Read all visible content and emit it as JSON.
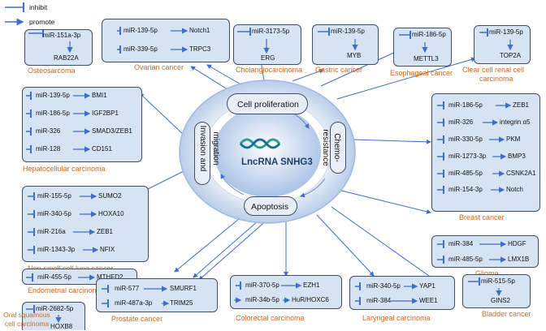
{
  "legend": {
    "inhibit": "inhibit",
    "promote": "promote"
  },
  "center": {
    "title": "LncRNA SNHG3",
    "proliferation": "Cell proliferation",
    "apoptosis": "Apoptosis",
    "invasion_line1": "Invasion and",
    "invasion_line2": "migration",
    "chemo_line1": "Chemo-",
    "chemo_line2": "resistance"
  },
  "osteo": {
    "mir": "miR-151a-3p",
    "target": "RAB22A",
    "label": "Osteosarcoma"
  },
  "ovarian": {
    "mir1": "miR-139-5p",
    "t1": "Notch1",
    "mir2": "miR-339-5p",
    "t2": "TRPC3",
    "label": "Ovarian cancer"
  },
  "cholangio": {
    "mir": "miR-3173-5p",
    "target": "ERG",
    "label": "Cholangiocarcinoma"
  },
  "gastric": {
    "mir": "miR-139-5p",
    "target": "MYB",
    "label": "Gastric cancer"
  },
  "esoph": {
    "mir": "miR-186-5p",
    "target": "METTL3",
    "label": "Esophageal cancer"
  },
  "ccrcc": {
    "mir": "miR-139-5p",
    "target": "TOP2A",
    "label_line1": "Clear cell renal cell",
    "label_line2": "carcinoma"
  },
  "hcc": {
    "rows": [
      {
        "mir": "miR-139-5p",
        "target": "BMI1"
      },
      {
        "mir": "miR-186-5p",
        "target": "IGF2BP1"
      },
      {
        "mir": "miR-326",
        "target": "SMAD3/ZEB1"
      },
      {
        "mir": "miR-128",
        "target": "CD151"
      }
    ],
    "label": "Hepatocellular carcinoma"
  },
  "breast": {
    "rows": [
      {
        "mir": "miR-186-5p",
        "target": "ZEB1"
      },
      {
        "mir": "miR-326",
        "target": "integrin α5"
      },
      {
        "mir": "miR-330-5p",
        "target": "PKM"
      },
      {
        "mir": "miR-1273-3p",
        "target": "BMP3"
      },
      {
        "mir": "miR-485-5p",
        "target": "CSNK2A1"
      },
      {
        "mir": "miR-154-3p",
        "target": "Notch"
      }
    ],
    "label": "Breast cancer"
  },
  "nsclc": {
    "rows": [
      {
        "mir": "miR-155-5p",
        "target": "SUMO2"
      },
      {
        "mir": "miR-340-5p",
        "target": "HOXA10"
      },
      {
        "mir": "miR-216a",
        "target": "ZEB1"
      },
      {
        "mir": "miR-1343-3p",
        "target": "NFIX"
      }
    ],
    "label": "Non-small cell lung cancer"
  },
  "glioma": {
    "rows": [
      {
        "mir": "miR-384",
        "target": "HDGF"
      },
      {
        "mir": "miR-485-5p",
        "target": "LMX1B"
      }
    ],
    "label": "Glioma"
  },
  "endo": {
    "mir": "miR-455-5p",
    "target": "MTHFD2",
    "label": "Endometrial carcinoma"
  },
  "oral": {
    "mir": "miR-2682-5p",
    "target": "HOXB8",
    "label_line1": "Oral squamous",
    "label_line2": "cell carcinoma"
  },
  "prostate": {
    "mir1": "miR-577",
    "t1": "SMURF1",
    "mir2": "miR-487a-3p",
    "t2": "TRIM25",
    "label": "Prostate cancer"
  },
  "colorectal": {
    "mir1": "miR-370-5p",
    "t1": "EZH1",
    "mir2": "miR-34b-5p",
    "t2": "HuR/HOXC6",
    "label": "Colorectal carcinoma"
  },
  "laryngeal": {
    "mir1": "miR-340-5p",
    "t1": "YAP1",
    "mir2": "miR-384",
    "t2": "WEE1",
    "label": "Laryngeal carcinoma"
  },
  "bladder": {
    "mir": "miR-515-5p",
    "target": "GINS2",
    "label": "Bladder cancer"
  },
  "colors": {
    "box_fill": "#d6e3f3",
    "line": "#3e6fc6",
    "inhibit": "#3e6fc6",
    "label": "#d2691e",
    "ring": "#bcd0ea"
  }
}
